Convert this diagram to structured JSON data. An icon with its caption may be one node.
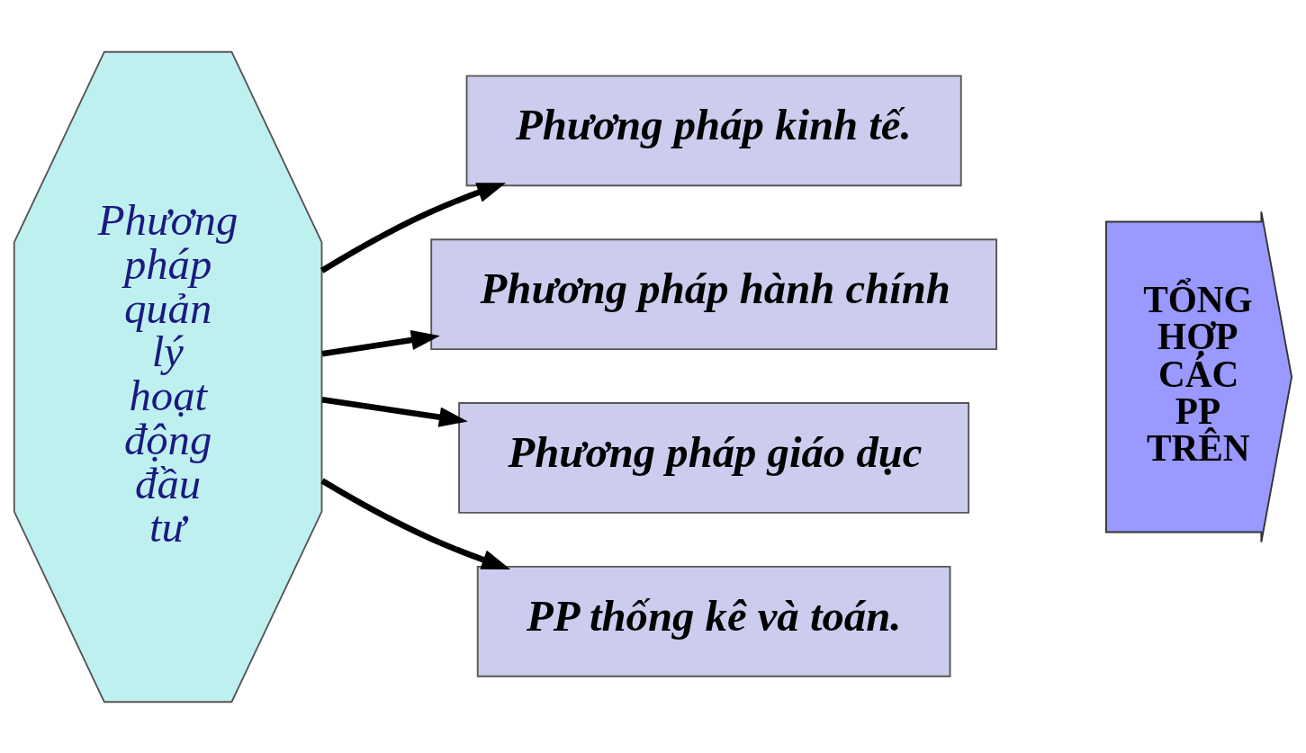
{
  "diagram": {
    "nodes": [
      {
        "text": [
          "Phương pháp quản lý hoạt động đầu tư"
        ]
      },
      {
        "text": [
          "Phương pháp kinh tế."
        ]
      },
      {
        "text": [
          "Phương pháp hành chính"
        ]
      },
      {
        "text": [
          "Phương pháp giáo dục"
        ]
      },
      {
        "text": [
          "PP thống kê và toán."
        ]
      },
      {
        "text": [
          "TỔNG HỢP CÁC PP TRÊN"
        ]
      }
    ],
    "edges": [
      {
        "from": 0,
        "to": 1,
        "arrow": "to"
      },
      {
        "from": 0,
        "to": 2,
        "arrow": "to"
      },
      {
        "from": 0,
        "to": 3,
        "arrow": "to"
      },
      {
        "from": 0,
        "to": 4,
        "arrow": "to"
      }
    ]
  }
}
